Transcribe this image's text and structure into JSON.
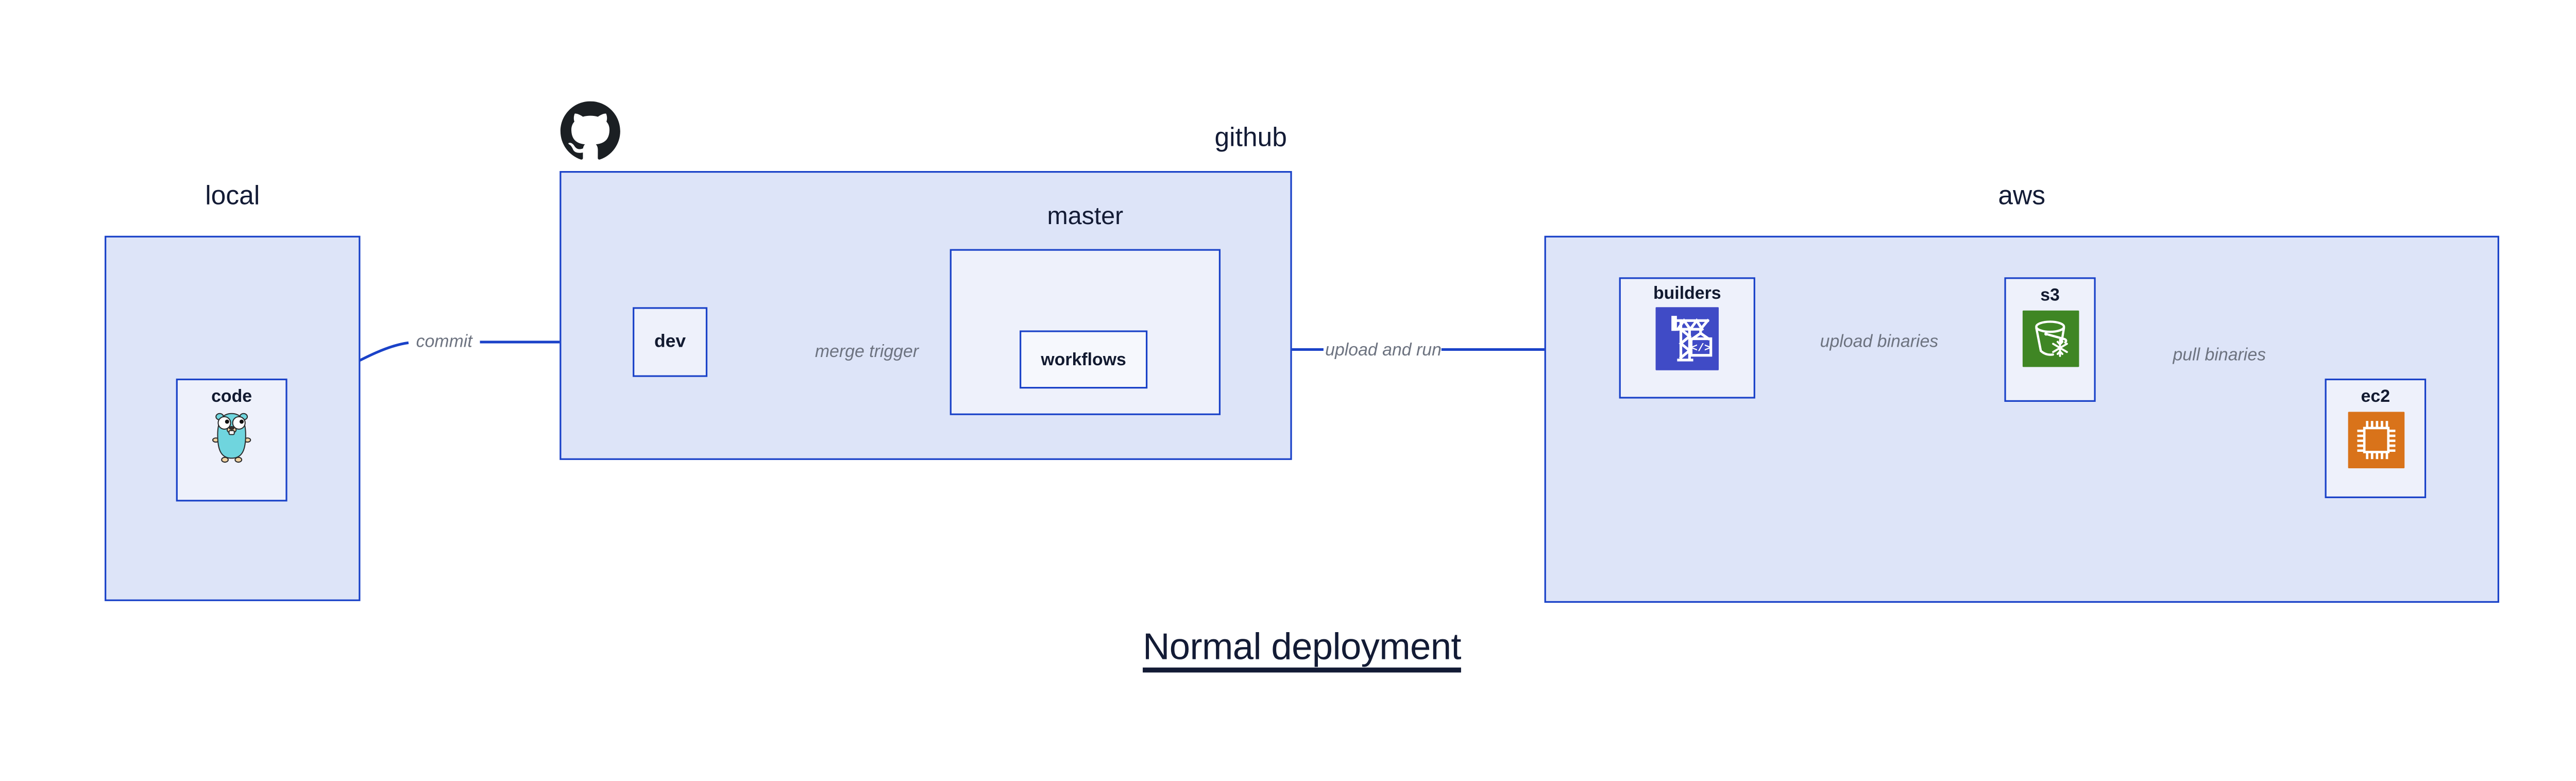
{
  "diagram_title": "Normal deployment",
  "groups": {
    "local": {
      "label": "local"
    },
    "github": {
      "label": "github",
      "logo_icon": "github-octocat-icon"
    },
    "master": {
      "label": "master"
    },
    "aws": {
      "label": "aws"
    }
  },
  "nodes": {
    "code": {
      "label": "code",
      "icon": "gopher-icon"
    },
    "dev": {
      "label": "dev"
    },
    "workflows": {
      "label": "workflows"
    },
    "builders": {
      "label": "builders",
      "icon": "codebuild-crane-icon",
      "icon_glyph": "</>"
    },
    "s3": {
      "label": "s3",
      "icon": "s3-glacier-bucket-icon"
    },
    "ec2": {
      "label": "ec2",
      "icon": "ec2-chip-icon"
    }
  },
  "edges": {
    "commit": {
      "label": "commit",
      "from": "code",
      "to": "dev"
    },
    "merge_trigger": {
      "label": "merge trigger",
      "from": "dev",
      "to": "workflows"
    },
    "upload_and_run": {
      "label": "upload and run",
      "from": "workflows",
      "to": "builders"
    },
    "upload_binaries": {
      "label": "upload binaries",
      "from": "builders",
      "to": "s3"
    },
    "pull_binaries": {
      "label": "pull binaries",
      "from": "s3",
      "to": "ec2"
    }
  },
  "colors": {
    "arrow_blue": "#1a42c8",
    "group_fill": "#dde4f8",
    "node_fill": "#eef1fb",
    "inner_node_fill": "#f6f8fd",
    "navy_text": "#131b35",
    "edge_label_gray": "#6d7380",
    "github_black": "#1b1f23",
    "gopher_teal": "#6fd5de",
    "codebuild_indigo": "#404bc6",
    "s3_green": "#3f8624",
    "ec2_orange": "#d9731a"
  }
}
